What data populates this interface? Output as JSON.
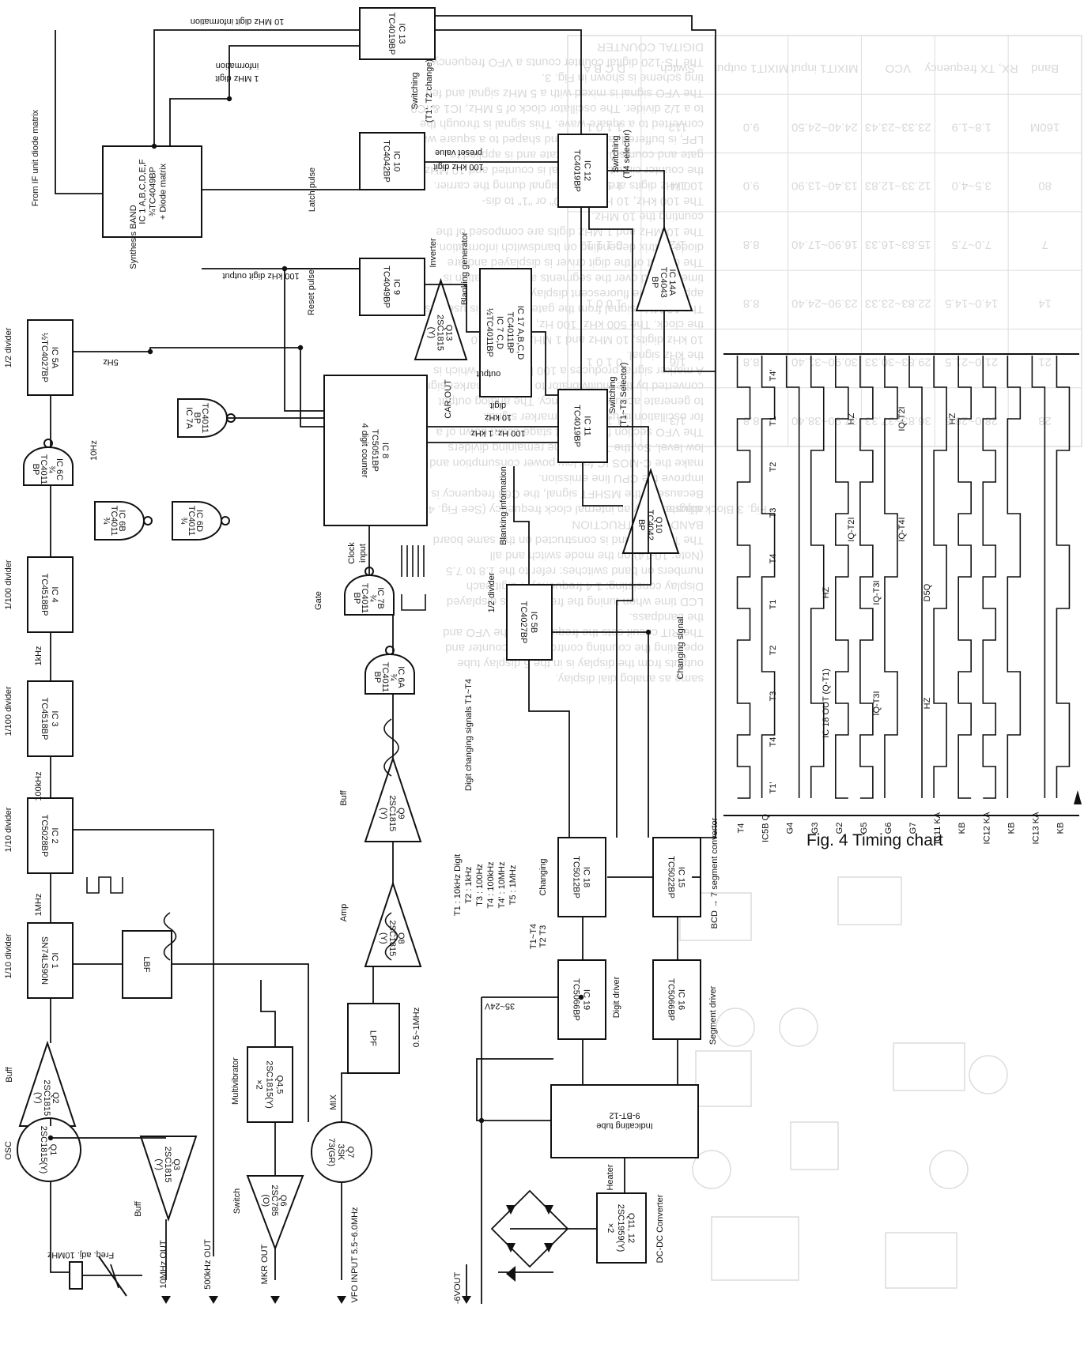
{
  "caption": "Fig. 4 Timing chart",
  "blocks": [
    {
      "id": "ic13",
      "lines": [
        "IC 13",
        "TC4019BP"
      ]
    },
    {
      "id": "ic10",
      "lines": [
        "IC 10",
        "TC4042BP"
      ]
    },
    {
      "id": "ic9",
      "lines": [
        "IC 9",
        "TC4049BP"
      ]
    },
    {
      "id": "ic1a",
      "lines": [
        "IC 1 A,B,C,D,E,F",
        "¾TC4049BP",
        "+ Diode matrix"
      ]
    },
    {
      "id": "ic12",
      "lines": [
        "IC 12",
        "TC4019BP"
      ]
    },
    {
      "id": "ic11",
      "lines": [
        "IC 11",
        "TC4019BP"
      ]
    },
    {
      "id": "ic17",
      "lines": [
        "IC 17 A,B,C,D",
        "TC4011BP",
        "IC 7 C,D",
        "½TC4011BP"
      ]
    },
    {
      "id": "ic8",
      "lines": [
        "IC 8",
        "TC5051BP",
        "4 digit counter"
      ]
    },
    {
      "id": "ic5a",
      "lines": [
        "IC 5A",
        "½TC4027BP"
      ]
    },
    {
      "id": "ic4",
      "lines": [
        "IC 4",
        "TC4518BP"
      ]
    },
    {
      "id": "ic3",
      "lines": [
        "IC 3",
        "TC4518BP"
      ]
    },
    {
      "id": "ic2",
      "lines": [
        "IC 2",
        "TC5028BP"
      ]
    },
    {
      "id": "ic1",
      "lines": [
        "IC 1",
        "SN74LS90N"
      ]
    },
    {
      "id": "lbf",
      "lines": [
        "LBF"
      ]
    },
    {
      "id": "q45",
      "lines": [
        "Q4,5",
        "2SC1815(Y)",
        "×2"
      ]
    },
    {
      "id": "ic5b",
      "lines": [
        "IC 5B",
        "TC4027BP"
      ]
    },
    {
      "id": "lpf",
      "lines": [
        "LPF"
      ]
    },
    {
      "id": "ic18",
      "lines": [
        "IC 18",
        "TC5012BP"
      ]
    },
    {
      "id": "ic15",
      "lines": [
        "IC 15",
        "TC5022BP"
      ]
    },
    {
      "id": "ic19",
      "lines": [
        "IC 19",
        "TC5066BP"
      ]
    },
    {
      "id": "ic16",
      "lines": [
        "IC 16",
        "TC5066BP"
      ]
    },
    {
      "id": "tube",
      "lines": [
        "Indicating tube",
        "9-BT-12"
      ]
    },
    {
      "id": "q1112",
      "lines": [
        "Q11, 12",
        "2SC1959(Y)",
        "×2"
      ]
    }
  ],
  "triangles": [
    {
      "id": "ic14a",
      "lines": [
        "IC 14A",
        "TC4043",
        "BP"
      ]
    },
    {
      "id": "q10",
      "lines": [
        "Q10",
        "TC4042",
        "BP"
      ]
    },
    {
      "id": "q9",
      "lines": [
        "Q9",
        "2SC1815",
        "(Y)"
      ]
    },
    {
      "id": "q8",
      "lines": [
        "Q8",
        "2SC1815",
        "(Y)"
      ]
    },
    {
      "id": "q2",
      "lines": [
        "Q2",
        "2SC1815",
        "(Y)"
      ]
    },
    {
      "id": "q3",
      "lines": [
        "Q3",
        "2SC1815",
        "(Y)"
      ]
    },
    {
      "id": "q6",
      "lines": [
        "Q6",
        "2SC785",
        "(O)"
      ]
    },
    {
      "id": "q13",
      "lines": [
        "Q13",
        "2SC1815",
        "(Y)"
      ]
    }
  ],
  "gates": [
    {
      "id": "ic7a",
      "lines": [
        "TC4011",
        "BP",
        "IC 7A"
      ]
    },
    {
      "id": "ic6c",
      "lines": [
        "IC 6C",
        "¾",
        "TC4011",
        "BP"
      ]
    },
    {
      "id": "ic6b",
      "lines": [
        "IC 6B",
        "TC4011",
        "¾"
      ]
    },
    {
      "id": "ic6d",
      "lines": [
        "IC 6D",
        "TC4011",
        "¾"
      ]
    },
    {
      "id": "ic7b",
      "lines": [
        "IC 7B",
        "¾",
        "TC4011",
        "BP"
      ]
    },
    {
      "id": "ic6a",
      "lines": [
        "IC 6A",
        "¾",
        "TC4011",
        "BP"
      ]
    }
  ],
  "circles": [
    {
      "id": "q7",
      "lines": [
        "Q7",
        "3SK",
        "73(GR)"
      ]
    },
    {
      "id": "q1",
      "lines": [
        "Q1",
        "2SC1815(Y)"
      ]
    }
  ],
  "labels": {
    "if_unit": "From IF unit diode matrix",
    "synth_band": "Synthesis BAND",
    "mhz10": "10 MHz digit information",
    "mhz1": "1 MHz digit",
    "information": "information",
    "switching_t1t2": "Switching",
    "t1t2_change": "(T1', T2 change)",
    "khz100_preset": "100 kHz digit",
    "preset_value": "preset value",
    "khz100_out": "100 kHz digit output",
    "latch_pulse": "Latch pulse",
    "reset_pulse": "Reset pulse",
    "inverter": "Inverter",
    "blanking_gen": "Blanking generator",
    "switch_t4": "Switching",
    "t4_selector": "(T4 selector)",
    "switch_t1t3": "Switching",
    "t1t3_selector": "(T1~T3 Selector)",
    "carry_out": "CAR.OUT",
    "digit_output": "digit",
    "output": "output",
    "hz_digit": "10 kHz",
    "hz100": "100 Hz, 1 kHz",
    "blank_info": "Blanking information",
    "half_div_top": "1/2 divider",
    "div_100_a": "1/100 divider",
    "div_100_b": "1/100 divider",
    "div_10_a": "1/10 divider",
    "div_10_b": "1/10 divider",
    "half_div_mid": "1/2 divider",
    "digit_change": "Digit changing signals T1~T4",
    "changing_signal": "Changing signal",
    "bcd": "BCD → 7 segment convertor",
    "seg_driver": "Segment driver",
    "digit_driver": "Digit driver",
    "changing": "Changing",
    "clock_input": "Clock",
    "input": "input",
    "gate": "Gate",
    "osc": "OSC",
    "buff1": "Buff",
    "buff2": "Buff",
    "buff3": "Buff",
    "amp": "Amp",
    "switch": "Switch",
    "multivibrator": "Multivibrator",
    "mix": "MIX",
    "heater": "Heater",
    "dcdc": "DC-DC Converter",
    "v6out": "-6VOUT",
    "v35": "35~24V",
    "mhz10out": "10MHz OUT",
    "khz500out": "500kHz OUT",
    "mkrout": "MKR OUT",
    "vfo_input": "VFO INPUT 5.5~6.0MHz",
    "freq_adj": "Freq. adj. 10MHz",
    "f5hz": "5Hz",
    "f10hz": "10Hz",
    "f1khz": "1kHz",
    "f100khz": "100kHz",
    "f1mhz": "1MHz",
    "f05": "0.5~1MHz",
    "t_legend": [
      "T1 : 10kHz Digit",
      "T2 : 1kHz",
      "T3 : 100Hz",
      "T4 : 100kHz",
      "T4' : 10MHz",
      "T5 : 1MHz"
    ],
    "t_sel": "T1~T4",
    "t_sel2": "T2 T3"
  },
  "ghost_text": [
    "DIGITAL COUNTER",
    "The TS-120 digital counter counts a VFO frequency",
    "ting scheme is shown in Fig. 3.",
    "The VFO signal is mixed with a 5 MHz signal and fed",
    "to a 1/2 divider. The oscillator clock of 5 MHz, IC1 & IC9",
    "converted to a square wave. This signal is through the",
    "LPF, is buffered, amplified and shaped to a square wave",
    "gate and counts 0 system state and is applied to",
    "the counter circuit. The signal is counted and 10 MHz to",
    "100 kHz digits are to count signal during the carrier.",
    "The 100 kHz, 10 Hz digits \"0\" or \"1\" to dis-",
    "counting the 10 MHz.",
    "The 10 MHz and 1 MHz digits are composed of the",
    "diode matrix depending on bandswitch information.",
    "The output of the digit driver is displayed and are",
    "time-shared over the segments and information is",
    "applied to the fluorescent display tube.",
    "The 10 MHz signal from the gate oscillator is used as",
    "the clock. The 500 kHz, 100 Hz, 1 kHz and",
    "10 kHz digits, 10 MHz and 1 MHz are the 10",
    "the kHz signal.",
    "A marker signal produces a 100 kHz signal which is",
    "converted by the multivibrator to obtain a marker signal",
    "to generate accurate frequency. The analog output",
    "for oscillation is used to the marker signal.",
    "The VFO section for the first stage count down of a",
    "low level. So, the TTL and the remaining dividers",
    "make the C-MOS IC for low power consumption and",
    "improve the CPU line emission.",
    "Because of the MSHFT signal, the C68 frequency is",
    "adjustable by an internal clock frequency (See Fig. 4)",
    "BAND CONSTRUCTION",
    "The TS-120 band is constructed on the same board",
    "(Note: 10-14) on the mode switch and all",
    "numbers on band switches: refer to the 1.8 to 7.5",
    "Display consisting: 1 4 frequency 4 digit each",
    "LCD time when tuning the frequency is displayed",
    "the bandpass.",
    "The RIT circuit sets the frequency of the VFO and",
    "operating the counting control. In the counter and",
    "outputs from the display is in the 5 display tube",
    "same as analog dial display."
  ],
  "ghost_table": {
    "headers": [
      "Band",
      "RX, TX frequency",
      "VCO",
      "MIXIT1 input",
      "MIXIT1 output",
      "Switch",
      "D C B A"
    ],
    "rows": [
      [
        "160M",
        "1.8~1.9",
        "23.33~23.43",
        "24.40~24.50",
        "9.0",
        "112",
        "1 1 0 1"
      ],
      [
        "80",
        "3.5~4.0",
        "12.33~12.83",
        "13.40~13.90",
        "9.0",
        "1/4",
        "1 1 1 1"
      ],
      [
        "7",
        "7.0~7.5",
        "15.83~16.33",
        "16.90~17.40",
        "8.8",
        "1/2",
        "0 1 1 1"
      ],
      [
        "14",
        "14.0~14.5",
        "22.83~23.33",
        "23.90~24.40",
        "8.8",
        "1/3",
        "1 0 0 1"
      ],
      [
        "21",
        "21.0~21.5",
        "29.83~30.33",
        "30.90~31.40",
        "8.8",
        "1/6",
        "0 1 0 1"
      ],
      [
        "28",
        "28.0~28.5",
        "36.83~37.33",
        "37.90~38.40",
        "8.8",
        "1/3",
        "1 1 0 1"
      ]
    ]
  },
  "ghost_fig_caption": "Fig. 3 Block diagram",
  "timing_chart": {
    "signals": [
      "T4",
      "IC5B Q",
      "G4",
      "G3",
      "G2",
      "G5",
      "G6",
      "G7",
      "IC11 KA",
      "KB",
      "IC12 KA",
      "KB",
      "IC13 KA",
      "KB"
    ],
    "top_marks": [
      "T4'",
      "T1",
      "T2",
      "T3",
      "T4",
      "T1",
      "T2",
      "T3",
      "T4",
      "T1'"
    ],
    "slot_labels": [
      "T1",
      "T2",
      "T3",
      "T4",
      "T1",
      "T2",
      "T3",
      "T4"
    ],
    "trace_notes": [
      "IC 18 OUT (Q-T1)",
      "IQ-T2I",
      "IQ-T3I",
      "IQ-T4I",
      "HZ",
      "HZ",
      "HZ",
      "HZ",
      "IQ-T3I",
      "IQ-T2I",
      "D5Q"
    ]
  }
}
